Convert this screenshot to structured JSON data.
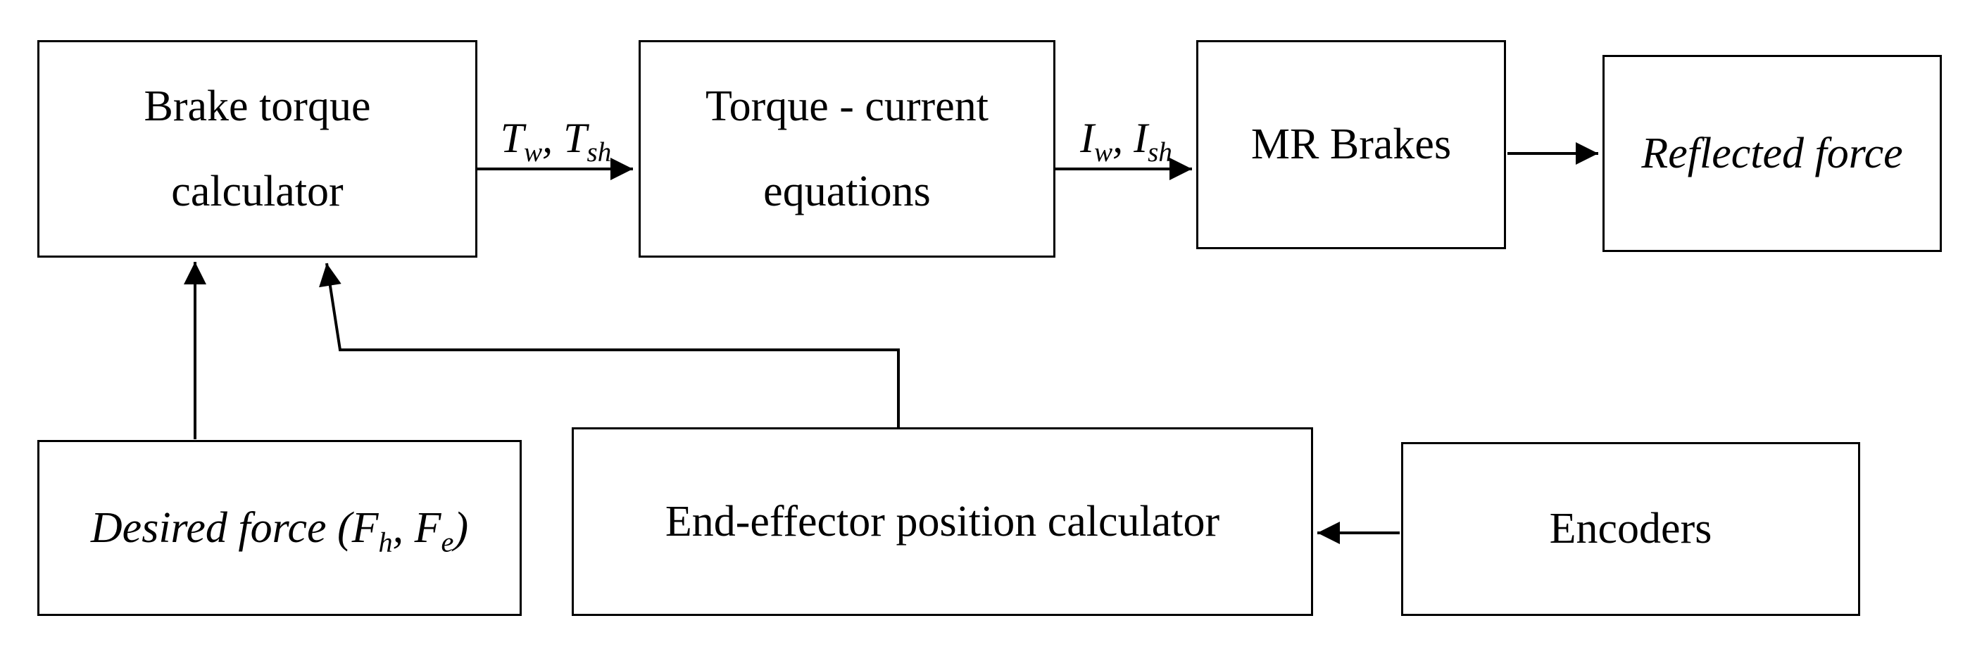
{
  "diagram": {
    "colors": {
      "stroke": "#000000",
      "background": "#ffffff"
    },
    "boxes": {
      "brake_torque": {
        "label": "Brake torque\ncalculator"
      },
      "torque_current": {
        "label": "Torque - current\nequations"
      },
      "mr_brakes": {
        "label": "MR Brakes"
      },
      "reflected_force": {
        "label": "Reflected force"
      },
      "desired_force": {
        "t1": "Desired force (F",
        "s1": "h",
        "t2": ", F",
        "s2": "e",
        "t3": ")"
      },
      "end_effector": {
        "label": "End-effector position calculator"
      },
      "encoders": {
        "label": "Encoders"
      }
    },
    "arrow_labels": {
      "torques": {
        "t1": "T",
        "s1": "w",
        "t2": ", T",
        "s2": "sh"
      },
      "currents": {
        "t1": "I",
        "s1": "w",
        "t2": ", I",
        "s2": "sh"
      }
    }
  }
}
